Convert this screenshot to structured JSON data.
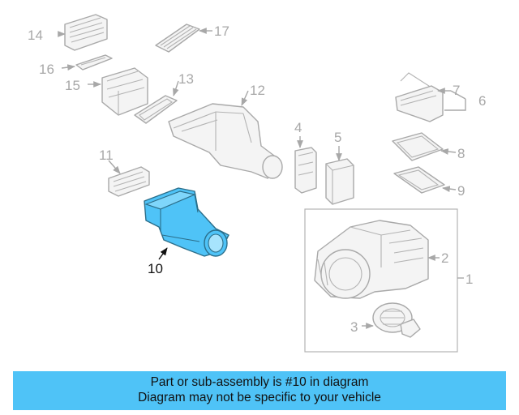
{
  "diagram": {
    "highlight_part": "10",
    "highlight_color": "#4fc3f7",
    "line_color": "#a9a9a9",
    "callouts": {
      "p1": "1",
      "p2": "2",
      "p3": "3",
      "p4": "4",
      "p5": "5",
      "p6": "6",
      "p7": "7",
      "p8": "8",
      "p9": "9",
      "p10": "10",
      "p11": "11",
      "p12": "12",
      "p13": "13",
      "p14": "14",
      "p15": "15",
      "p16": "16",
      "p17": "17"
    }
  },
  "banner": {
    "background": "#4fc3f7",
    "line1": "Part or sub-assembly is #10 in diagram",
    "line2": "Diagram may not be specific to your vehicle"
  }
}
